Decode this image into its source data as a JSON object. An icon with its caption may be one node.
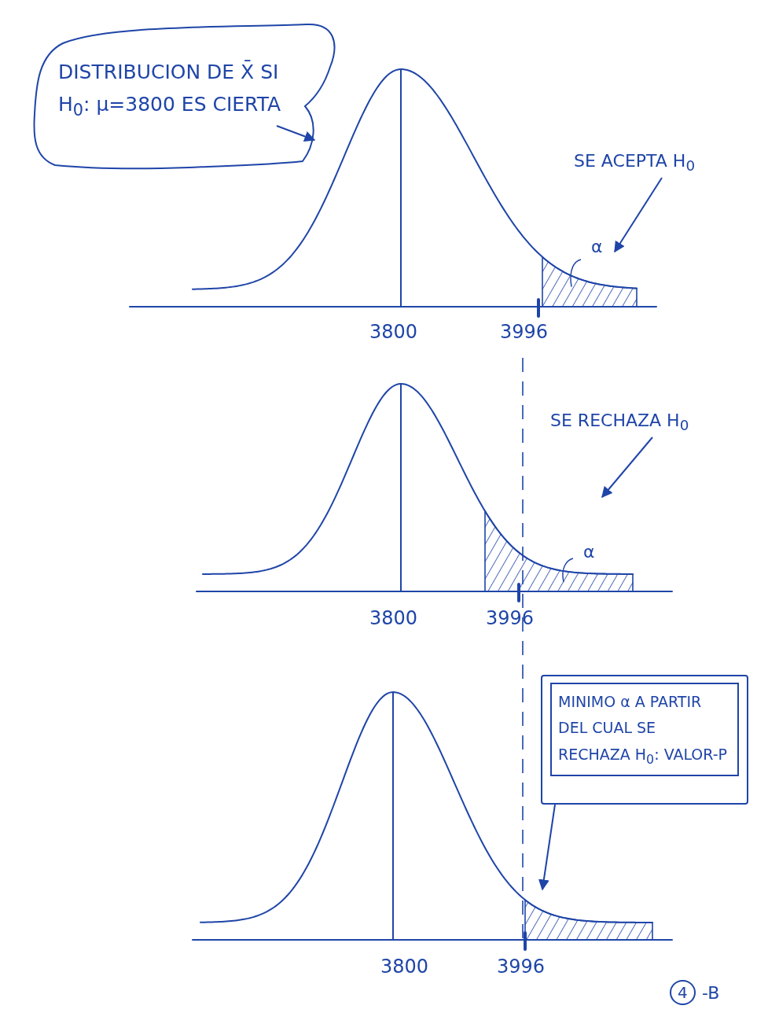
{
  "diagram": {
    "nodes": [
      {
        "text": [
          "DISTRIBUCION DE X̄ SI H$_{0}$: μ=3800 ES CIERTA"
        ]
      },
      {
        "text": [],
        "shape": "curve",
        "beside": [
          "3800",
          "3996"
        ]
      },
      {
        "text": [
          "SE ACEPTA H$_{0}$"
        ]
      },
      {
        "text": [],
        "shape": "curve",
        "beside": [
          "3800",
          "3996"
        ]
      },
      {
        "text": [
          "SE RECHAZA H$_{0}$"
        ]
      },
      {
        "text": [],
        "shape": "curve",
        "beside": [
          "3800",
          "3996"
        ]
      },
      {
        "text": [
          "MINIMO α A PARTIR DEL CUAL SE RECHAZA H$_{0}$: VALOR-P"
        ]
      },
      {
        "text": [],
        "shape": "area",
        "in": 5
      }
    ],
    "edges": [
      {
        "from": 0,
        "to": 1,
        "arrow": "to"
      },
      {
        "from": 2,
        "to": 1,
        "arrow": "to"
      },
      {
        "from": 4,
        "to": 3,
        "arrow": "to"
      },
      {
        "from": 6,
        "to": 7,
        "arrow": "to"
      }
    ],
    "labels": [
      "α",
      "α",
      "4",
      "-B"
    ]
  }
}
